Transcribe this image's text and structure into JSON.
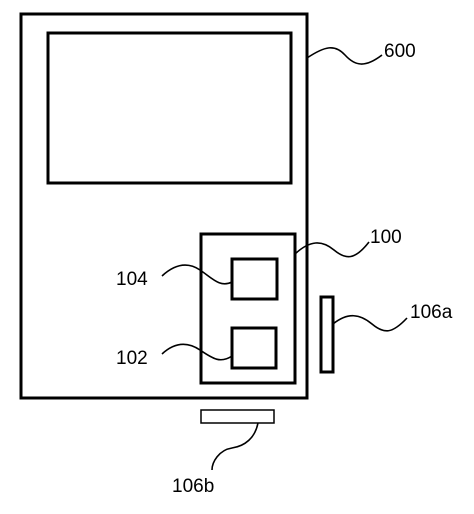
{
  "figure": {
    "labels": {
      "device": "600",
      "module": "100",
      "component_upper": "104",
      "component_lower": "102",
      "side_part": "106a",
      "bottom_part": "106b"
    }
  }
}
